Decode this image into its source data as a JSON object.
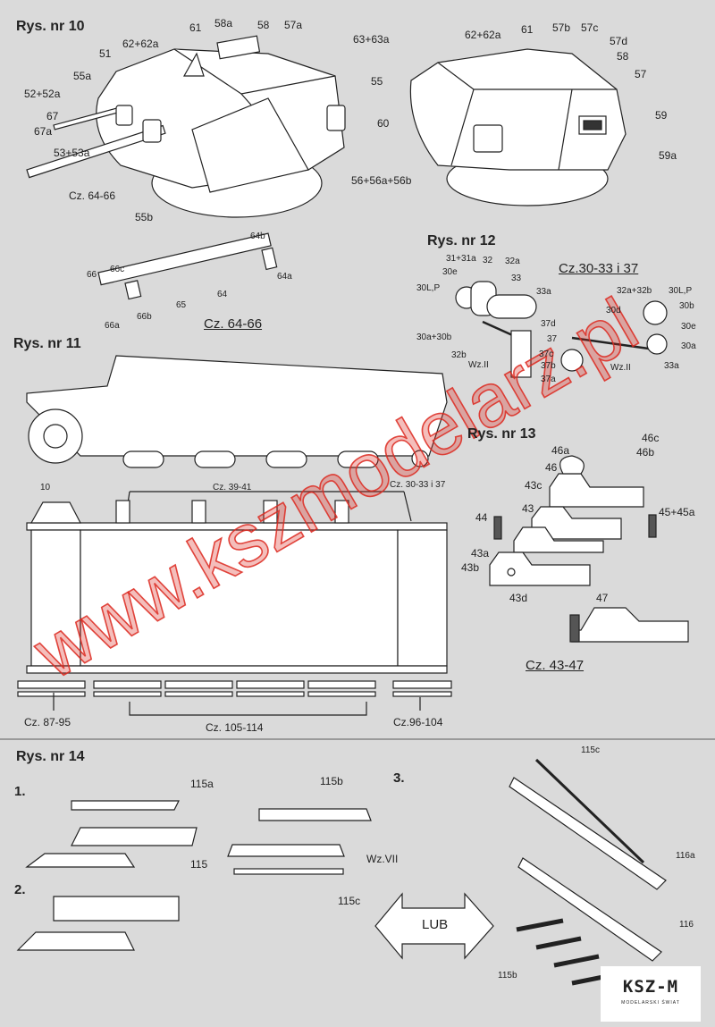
{
  "fig10": {
    "title": "Rys. nr 10",
    "left_labels": [
      "61",
      "58a",
      "58",
      "57a",
      "63+63a",
      "62+62a",
      "51",
      "55a",
      "52+52a",
      "67",
      "67a",
      "53+53a",
      "Cz. 64-66",
      "55b",
      "55",
      "60",
      "56+56a+56b"
    ],
    "right_labels": [
      "62+62a",
      "61",
      "57b",
      "57c",
      "57d",
      "58",
      "57",
      "59",
      "59a"
    ]
  },
  "barrel": {
    "labels": [
      "64b",
      "64a",
      "66c",
      "66",
      "64",
      "65",
      "66a",
      "66b"
    ],
    "caption": "Cz. 64-66"
  },
  "fig11": {
    "title": "Rys. nr 11",
    "labels": [
      "10",
      "Cz. 39-41",
      "Cz. 30-33 i 37",
      "Cz. 87-95",
      "Cz. 105-114",
      "Cz.96-104"
    ]
  },
  "fig12": {
    "title": "Rys. nr 12",
    "caption": "Cz.30-33 i 37",
    "labels": [
      "31+31a",
      "32",
      "32a",
      "30e",
      "33",
      "30L,P",
      "33a",
      "30a+30b",
      "32b",
      "Wz.II",
      "37d",
      "37",
      "37c",
      "37b",
      "37a",
      "Wz.II",
      "33a",
      "32a+32b",
      "30L,P",
      "30d",
      "30b",
      "30e",
      "30a"
    ]
  },
  "fig13": {
    "title": "Rys. nr 13",
    "caption": "Cz. 43-47",
    "labels": [
      "46c",
      "46b",
      "46a",
      "46",
      "43c",
      "43",
      "44",
      "45+45a",
      "43a",
      "43b",
      "43d",
      "47"
    ]
  },
  "fig14": {
    "title": "Rys. nr 14",
    "steps": [
      "1.",
      "2.",
      "3."
    ],
    "labels": [
      "115a",
      "115",
      "115b",
      "Wz.VII",
      "115c",
      "115c",
      "116a",
      "116",
      "115b"
    ],
    "or_label": "LUB"
  },
  "watermark": "www.kszmodelarz.pl",
  "logo": {
    "name": "KSZ-M",
    "tagline": "MODELARSKI ŚWIAT"
  },
  "colors": {
    "background": "#dadada",
    "watermark": "#dc281e",
    "parts": "#ffffff",
    "lines": "#222222"
  }
}
